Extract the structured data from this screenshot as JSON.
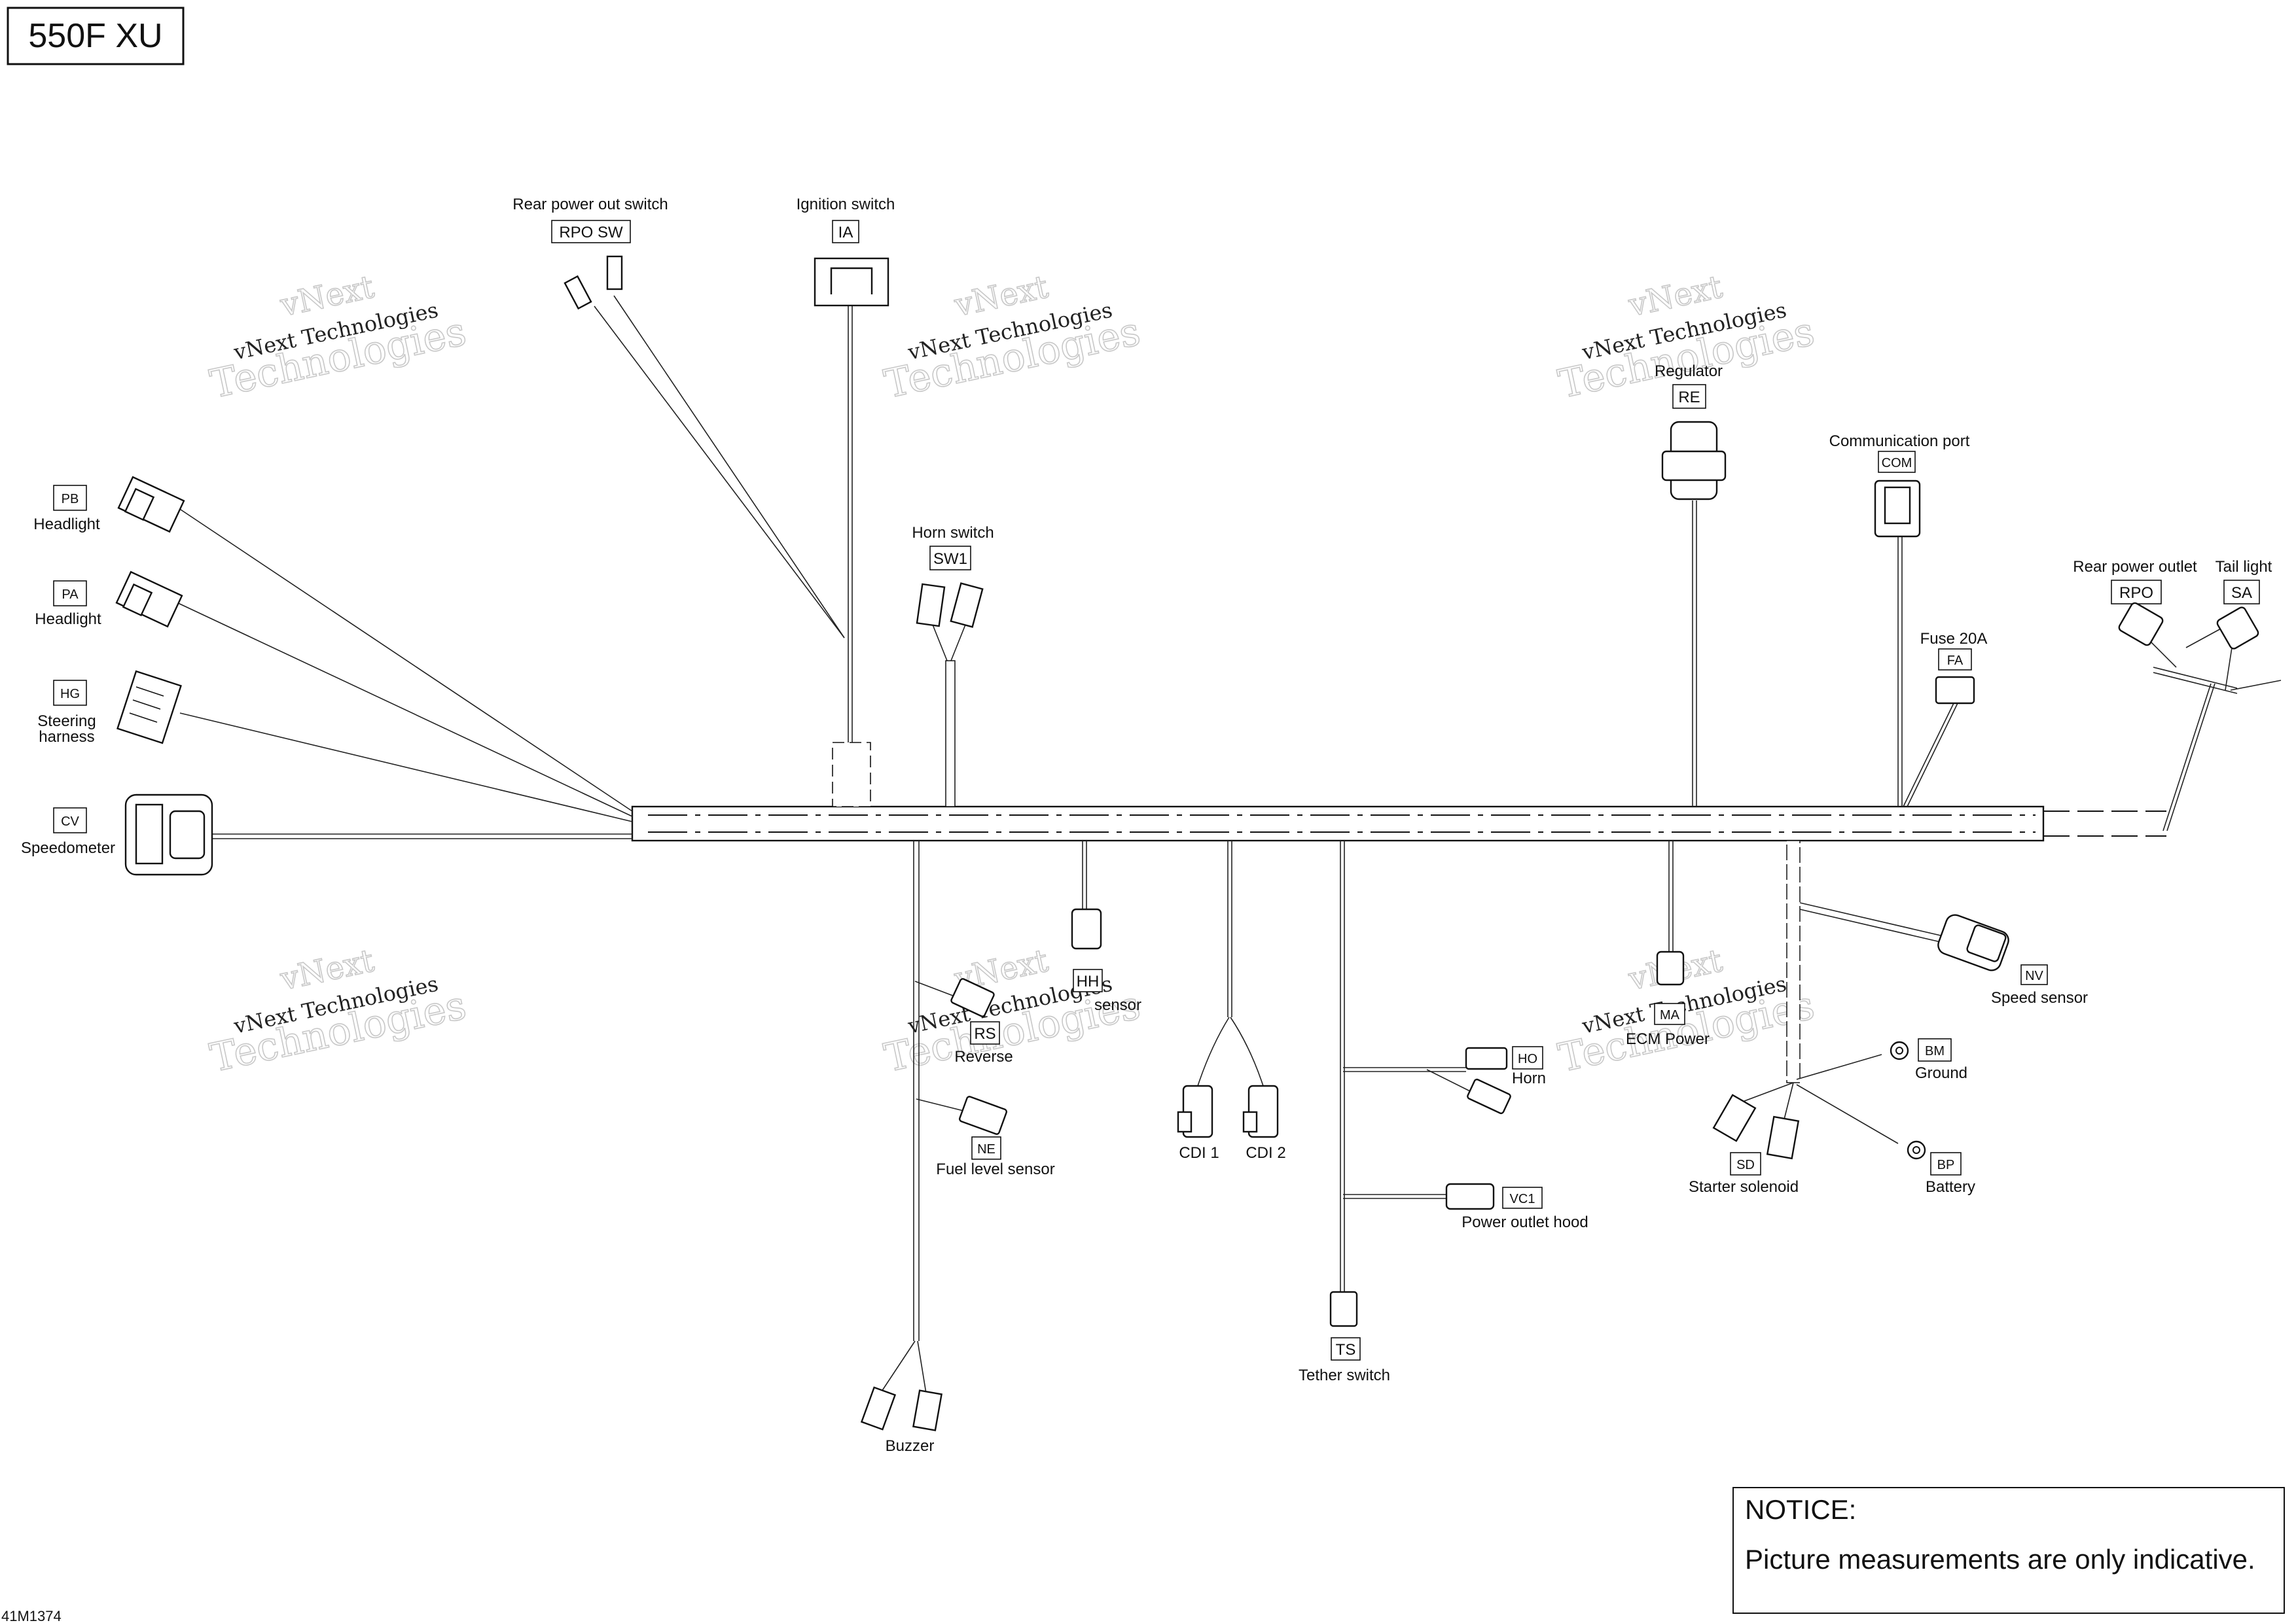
{
  "model_title": "550F XU",
  "part_number": "41M1374",
  "watermark": {
    "line1": "vNext",
    "line2": "vNext Technologies",
    "line3": "Technologies"
  },
  "notice": {
    "heading": "NOTICE:",
    "text": "Picture measurements are only indicative."
  },
  "components": {
    "rpo_sw": {
      "label": "Rear power out switch",
      "code": "RPO SW"
    },
    "ia": {
      "label": "Ignition switch",
      "code": "IA"
    },
    "pb": {
      "label": "Headlight",
      "code": "PB"
    },
    "pa": {
      "label": "Headlight",
      "code": "PA"
    },
    "hg": {
      "label_line1": "Steering",
      "label_line2": "harness",
      "code": "HG"
    },
    "cv": {
      "label": "Speedometer",
      "code": "CV"
    },
    "sw1": {
      "label": "Horn switch",
      "code": "SW1"
    },
    "re": {
      "label": "Regulator",
      "code": "RE"
    },
    "com": {
      "label": "Communication port",
      "code": "COM"
    },
    "fa": {
      "label": "Fuse 20A",
      "code": "FA"
    },
    "rpo": {
      "label": "Rear power outlet",
      "code": "RPO"
    },
    "sa": {
      "label": "Tail light",
      "code": "SA"
    },
    "rs": {
      "label": "Reverse",
      "code": "RS"
    },
    "hh": {
      "label": "sensor",
      "code": "HH"
    },
    "ne": {
      "label": "Fuel level sensor",
      "code": "NE"
    },
    "cdi1": {
      "label": "CDI 1"
    },
    "cdi2": {
      "label": "CDI 2"
    },
    "ho": {
      "label": "Horn",
      "code": "HO"
    },
    "vc1": {
      "label": "Power outlet hood",
      "code": "VC1"
    },
    "ts": {
      "label": "Tether switch",
      "code": "TS"
    },
    "buzzer": {
      "label": "Buzzer"
    },
    "ma": {
      "label": "ECM Power",
      "code": "MA"
    },
    "nv": {
      "label": "Speed sensor",
      "code": "NV"
    },
    "bm": {
      "label": "Ground",
      "code": "BM"
    },
    "sd": {
      "label": "Starter solenoid",
      "code": "SD"
    },
    "bp": {
      "label": "Battery",
      "code": "BP"
    }
  }
}
